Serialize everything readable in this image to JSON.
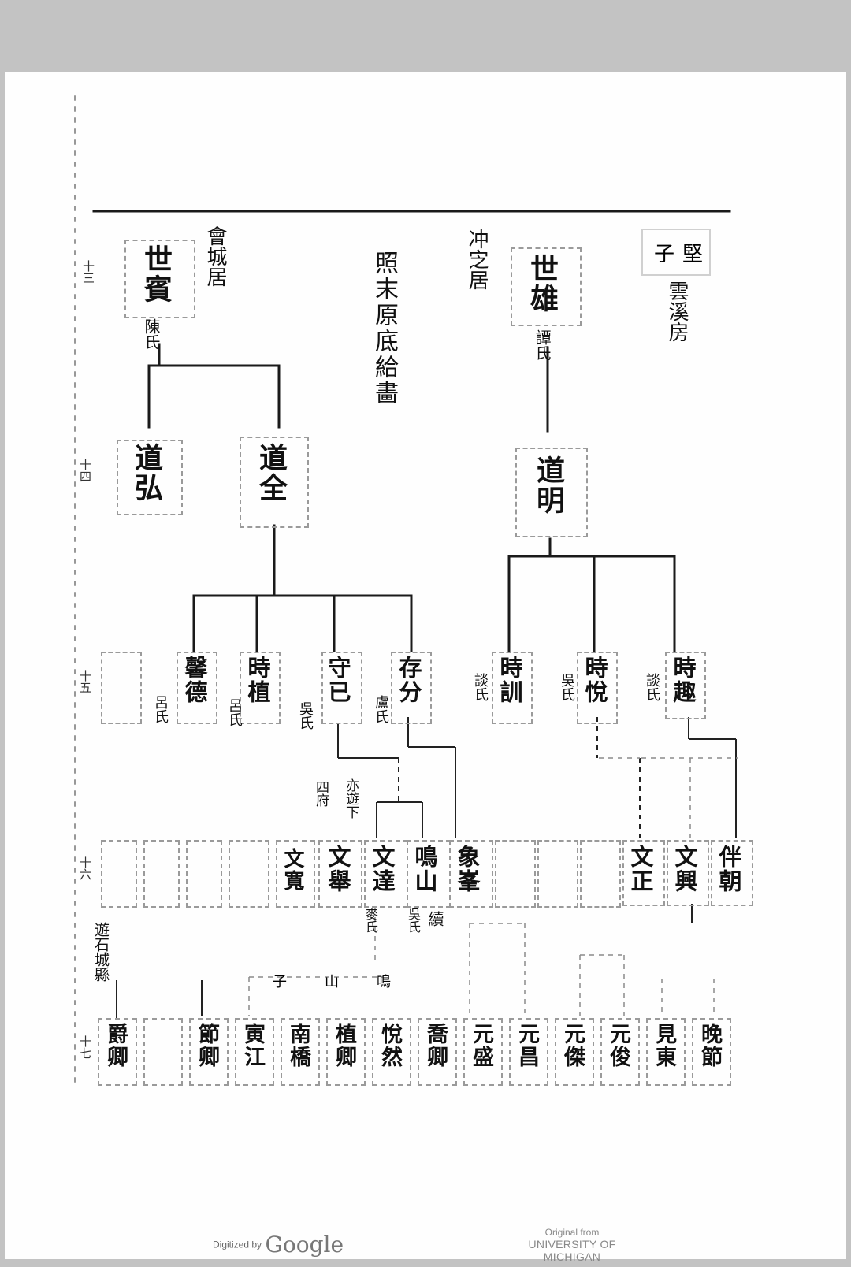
{
  "generations": [
    "十三",
    "十四",
    "十五",
    "十六",
    "十七"
  ],
  "gen13": {
    "shibin": {
      "name": "世賓",
      "residence": "會城居",
      "wife": "陳氏"
    },
    "note": "照末原底給畵",
    "shixiong": {
      "name": "世雄",
      "residence": "冲㝎居",
      "wife": "譚氏"
    },
    "mark": "子堅",
    "branch": "雲溪房"
  },
  "gen14": {
    "daohong": "道弘",
    "daoquan": "道全",
    "daoming": "道明"
  },
  "gen15": {
    "xingde": {
      "name": "馨德",
      "wife": "呂氏"
    },
    "shizhi": {
      "name": "時植",
      "wife": "呂氏"
    },
    "shouji": {
      "name": "守已",
      "wife": "吳氏"
    },
    "cunfen": {
      "name": "存分",
      "wife": "盧氏"
    },
    "shixun": {
      "name": "時訓",
      "wife": "談氏"
    },
    "shiyue": {
      "name": "時悅",
      "wife": "吳氏"
    },
    "shiqu": {
      "name": "時趣",
      "wife": "談氏"
    }
  },
  "gen16": {
    "note_a": "四府",
    "note_b": "亦遊下",
    "wenkuan": "文寬",
    "wenju": "文舉",
    "wenda": {
      "name": "文達",
      "wife": "麥氏"
    },
    "mingshan": {
      "name": "鳴山",
      "wife": "吳氏",
      "mark": "續"
    },
    "xiangfeng": "象峯",
    "wenzheng": "文正",
    "wenxing": "文興",
    "banchao": "伴朝"
  },
  "gen17": {
    "note": "遊石城縣",
    "mingshan_son": "鳴山子",
    "names": [
      "爵卿",
      "節卿",
      "寅江",
      "南橋",
      "植卿",
      "悅然",
      "喬卿",
      "元盛",
      "元昌",
      "元傑",
      "元俊",
      "見東",
      "晚節"
    ]
  },
  "footer": {
    "digitized_by": "Digitized by",
    "google": "Google",
    "original_from": "Original from",
    "university": "UNIVERSITY OF MICHIGAN"
  }
}
